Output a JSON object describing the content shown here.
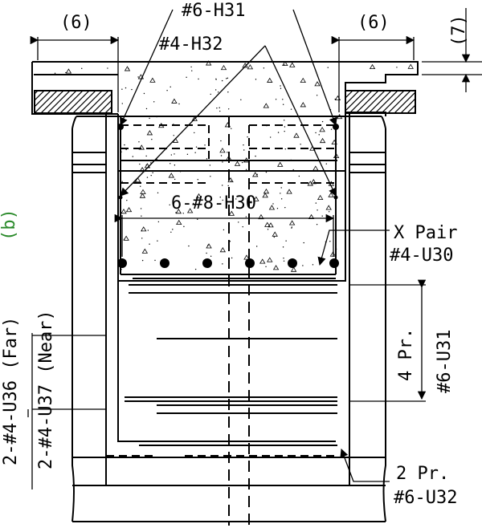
{
  "dims": {
    "left": "(6)",
    "right": "(6)",
    "top": "(7)"
  },
  "labels": {
    "h31": "#6-H31",
    "h32": "#4-H32",
    "h30": "6-#8-H30",
    "xpair_1": "X Pair",
    "xpair_2": "#4-U30",
    "pr4_1": "4 Pr.",
    "pr4_2": "#6-U31",
    "pr2_1": "2 Pr.",
    "pr2_2": "#6-U32",
    "b_tag": "(b)",
    "far": "2-#4-U36 (Far)",
    "near": "2-#4-U37 (Near)"
  },
  "colors": {
    "ink": "#000000",
    "tag": "#2a8a2a"
  }
}
